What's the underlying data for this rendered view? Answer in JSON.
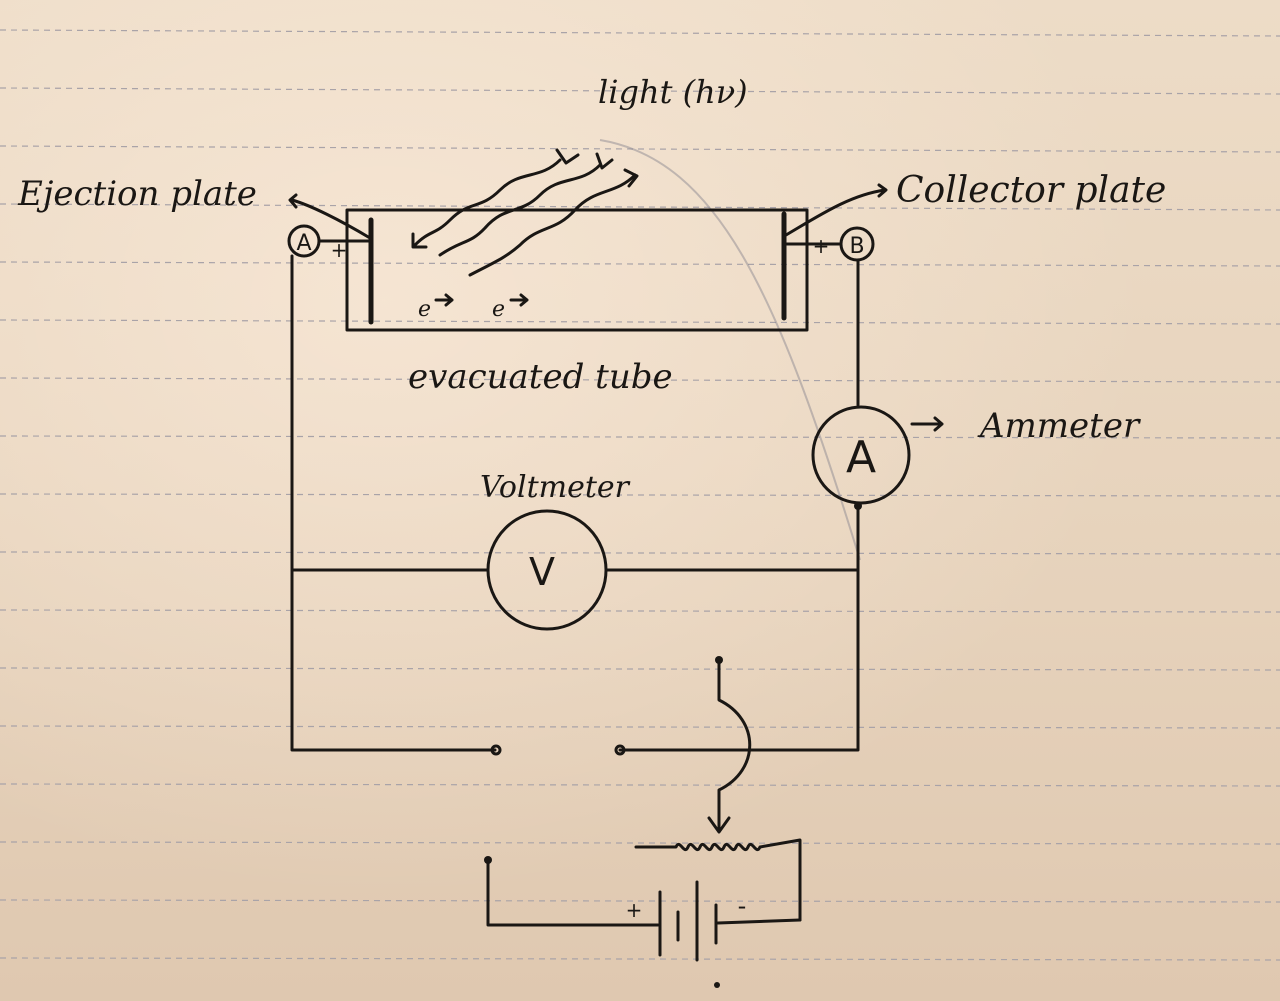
{
  "labels": {
    "light": "light (hν)",
    "ejection_plate": "Ejection plate",
    "collector_plate": "Collector plate",
    "evacuated_tube": "evacuated tube",
    "ammeter": "Ammeter",
    "voltmeter": "Voltmeter"
  },
  "symbols": {
    "plate_a": "A",
    "plate_b": "B",
    "plus": "+",
    "minus": "-",
    "electron": "e",
    "ammeter_letter": "A",
    "voltmeter_letter": "V"
  },
  "colors": {
    "ink": "#1a1714",
    "paper": "#e9d7c2",
    "rule_lines": "#a9a3a8"
  }
}
